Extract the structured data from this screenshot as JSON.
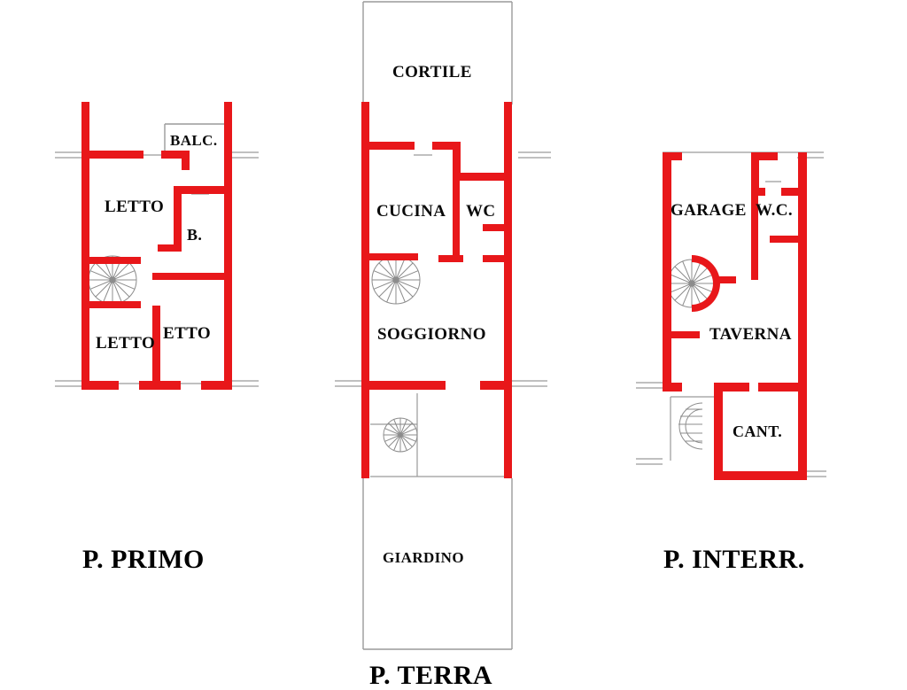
{
  "document": {
    "type": "floor-plan",
    "title": "Planimetria",
    "language": "it",
    "colors": {
      "wall": "#e8171a",
      "thin_line": "#9a9a9a",
      "stair_line": "#8c8c8c",
      "text": "#0a0a0a",
      "background": "#ffffff"
    }
  },
  "floors": [
    {
      "id": "p-primo",
      "title": "P. PRIMO",
      "rooms": [
        {
          "key": "balc",
          "label": "BALC."
        },
        {
          "key": "letto_1",
          "label": "LETTO"
        },
        {
          "key": "bagno",
          "label": "B."
        },
        {
          "key": "letto_2",
          "label": "LETTO"
        },
        {
          "key": "etto",
          "label": "ETTO"
        }
      ]
    },
    {
      "id": "p-terra",
      "title": "P. TERRA",
      "rooms": [
        {
          "key": "cortile",
          "label": "CORTILE"
        },
        {
          "key": "cucina",
          "label": "CUCINA"
        },
        {
          "key": "wc",
          "label": "WC"
        },
        {
          "key": "soggiorno",
          "label": "SOGGIORNO"
        },
        {
          "key": "giardino",
          "label": "GIARDINO"
        }
      ]
    },
    {
      "id": "p-interr",
      "title": "P. INTERR.",
      "rooms": [
        {
          "key": "garage",
          "label": "GARAGE"
        },
        {
          "key": "wc",
          "label": "W.C."
        },
        {
          "key": "taverna",
          "label": "TAVERNA"
        },
        {
          "key": "cantina",
          "label": "CANT."
        }
      ]
    }
  ],
  "labels": {
    "cortile": "CORTILE",
    "balc": "BALC.",
    "letto_1": "LETTO",
    "bagno": "B.",
    "letto_2": "LETTO",
    "etto": "ETTO",
    "cucina": "CUCINA",
    "wc": "WC",
    "soggiorno": "SOGGIORNO",
    "giardino": "GIARDINO",
    "garage": "GARAGE",
    "wc2": "W.C.",
    "taverna": "TAVERNA",
    "cantina": "CANT.",
    "title_primo": "P. PRIMO",
    "title_terra": "P. TERRA",
    "title_interr": "P. INTERR."
  }
}
